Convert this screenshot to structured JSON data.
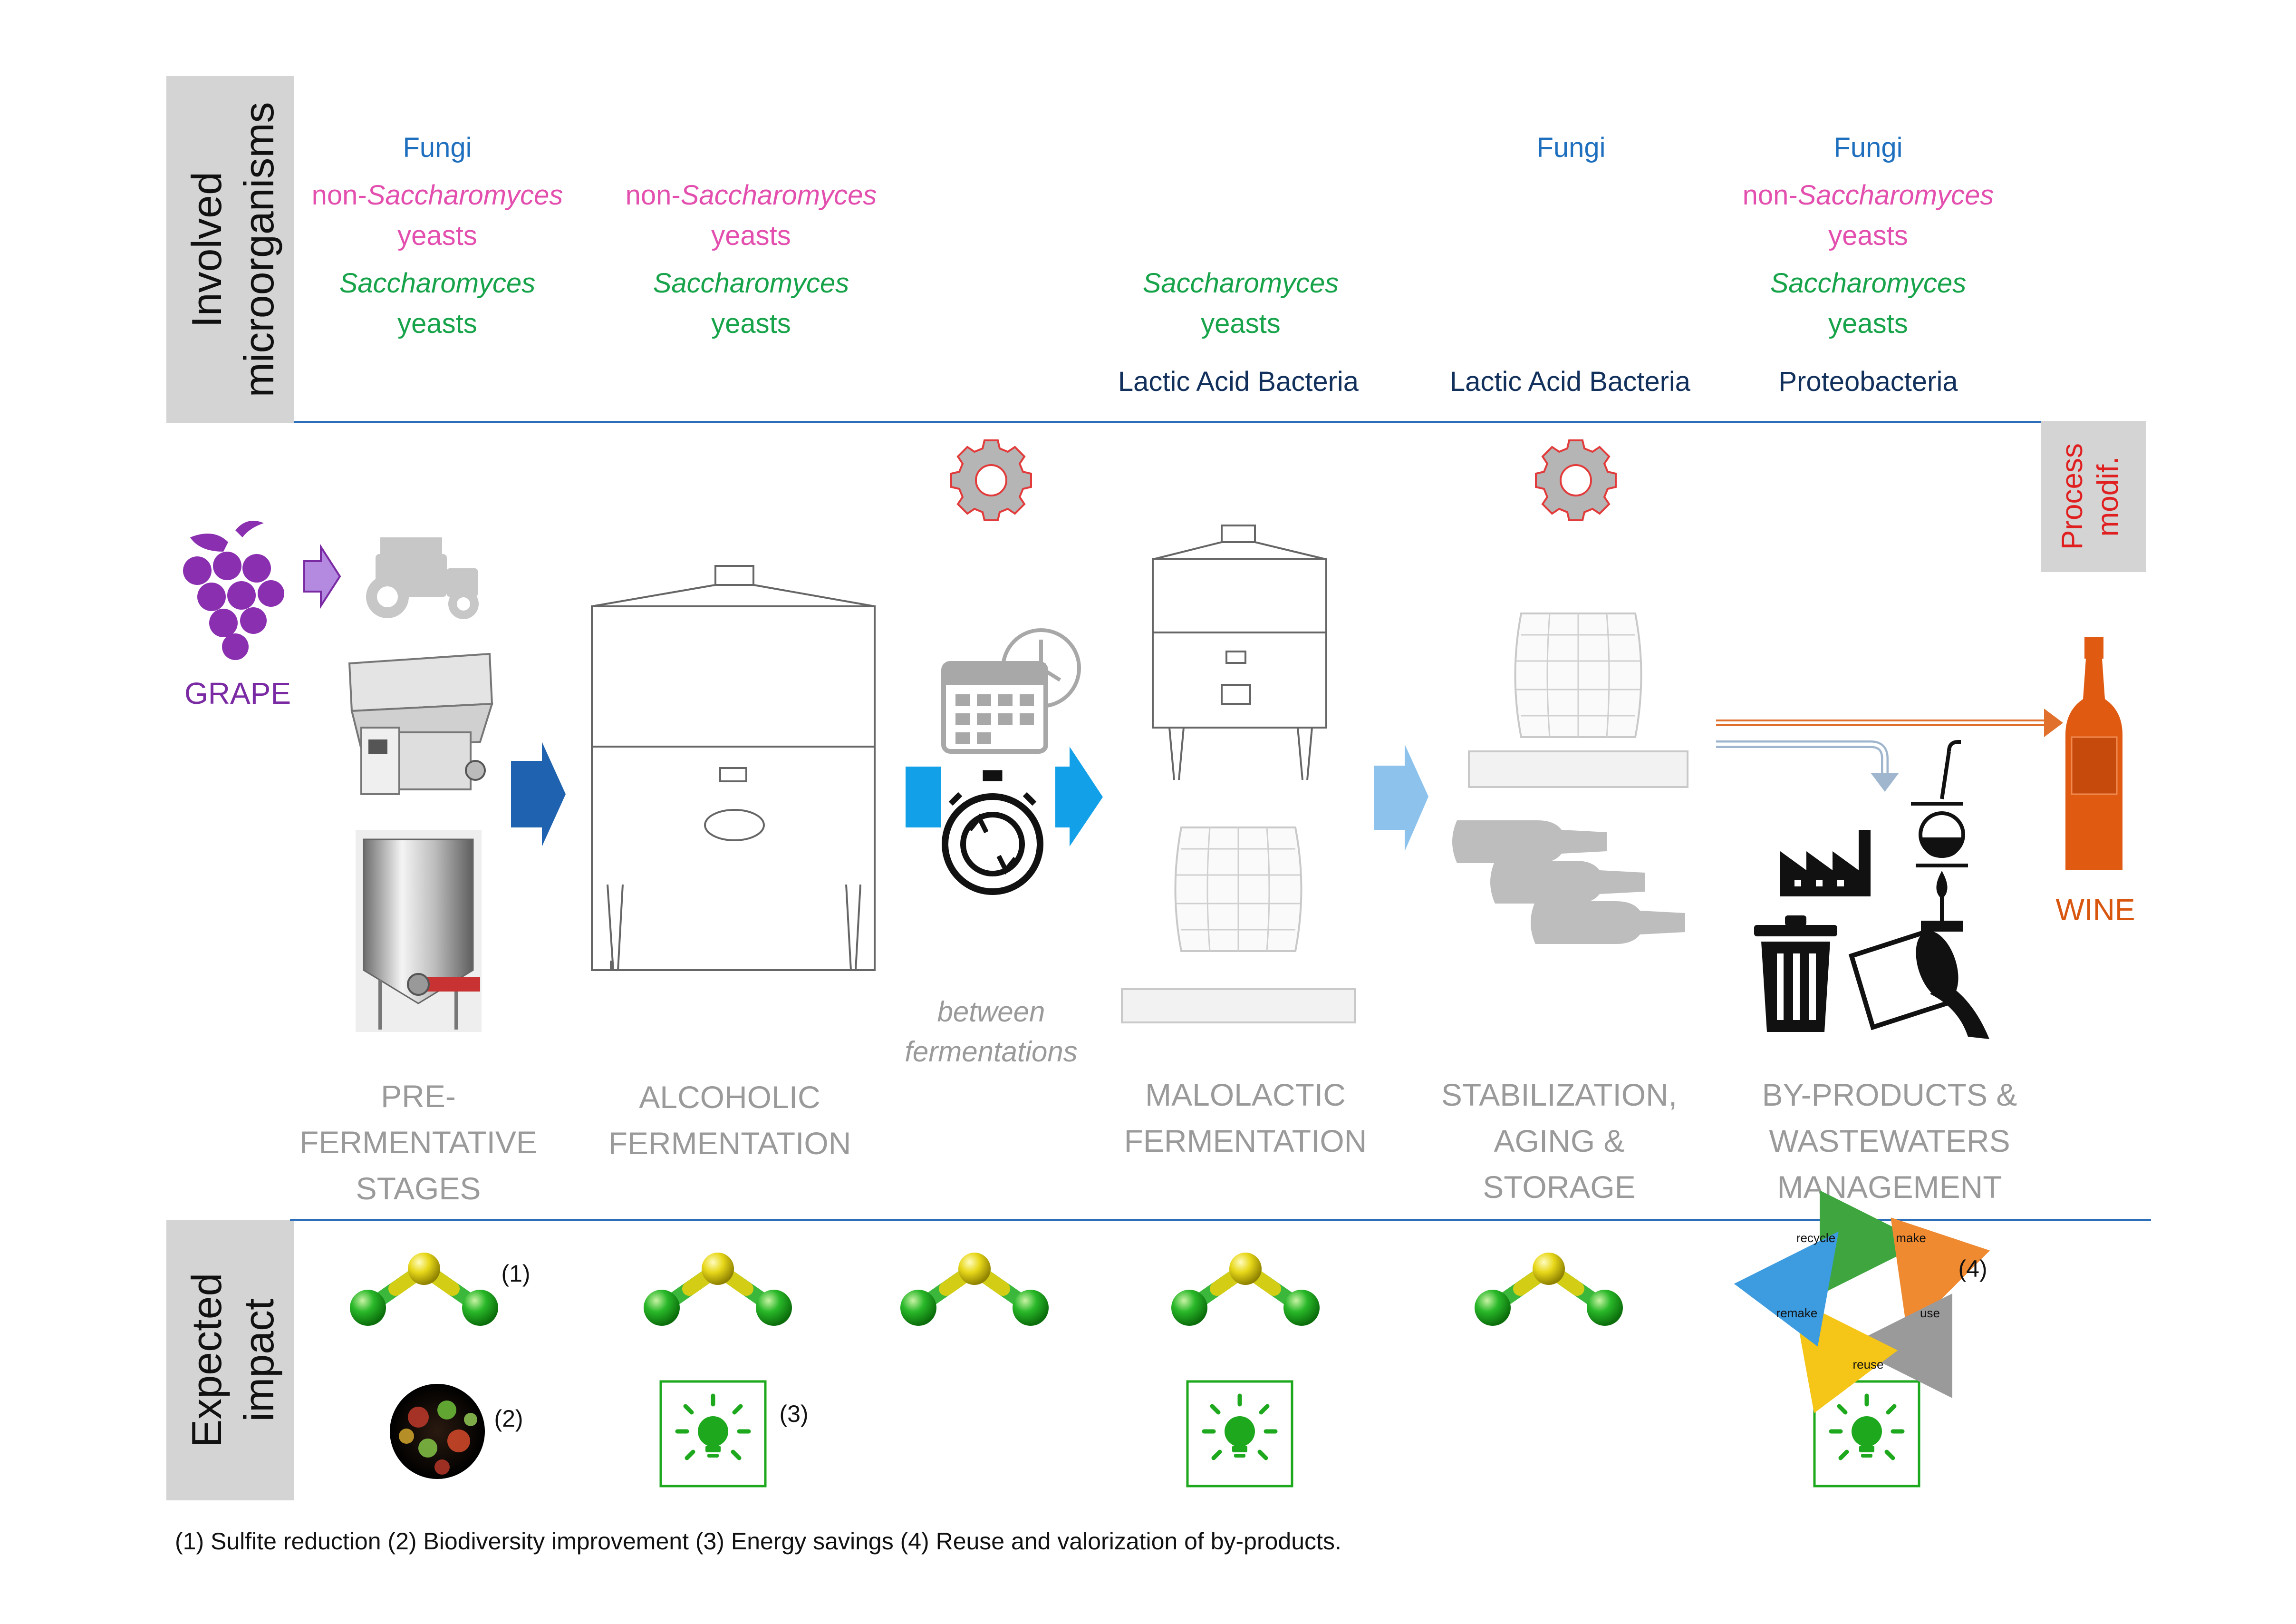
{
  "side_labels": {
    "microorganisms_line1": "Involved",
    "microorganisms_line2": "microorganisms",
    "impact_line1": "Expected",
    "impact_line2": "impact",
    "process_line1": "Process",
    "process_line2": "modif."
  },
  "microorganisms": {
    "fungi": "Fungi",
    "non_prefix": "non-",
    "saccharomyces": "Saccharomyces",
    "yeasts": "yeasts",
    "lab": "Lactic Acid Bacteria",
    "proteobacteria": "Proteobacteria"
  },
  "labels": {
    "grape": "GRAPE",
    "wine": "WINE",
    "between_line1": "between",
    "between_line2": "fermentations"
  },
  "stages": [
    {
      "lines": [
        "PRE-",
        "FERMENTATIVE",
        "STAGES"
      ]
    },
    {
      "lines": [
        "ALCOHOLIC",
        "FERMENTATION"
      ]
    },
    {
      "lines": [
        "MALOLACTIC",
        "FERMENTATION"
      ]
    },
    {
      "lines": [
        "STABILIZATION,",
        "AGING &",
        "STORAGE"
      ]
    },
    {
      "lines": [
        "BY-PRODUCTS &",
        "WASTEWATERS",
        "MANAGEMENT"
      ]
    }
  ],
  "impact_marks": {
    "m1": "(1)",
    "m2": "(2)",
    "m3": "(3)",
    "m4": "(4)"
  },
  "cycle": {
    "recycle": "recycle",
    "make": "make",
    "use": "use",
    "reuse": "reuse",
    "remake": "remake"
  },
  "footnote": "(1) Sulfite reduction (2) Biodiversity improvement (3) Energy savings (4) Reuse and valorization of by-products.",
  "colors": {
    "fungi": "#1f6fbf",
    "non_saccharomyces": "#e34fae",
    "saccharomyces": "#17a34a",
    "bacteria": "#12305c",
    "grape": "#7a2aa3",
    "wine": "#d9560f",
    "stage_text": "#9a9a9a",
    "side_box": "#d4d4d4",
    "process_text": "#e02020",
    "divider": "#2c6fb8",
    "bulb_green": "#1ea81e"
  }
}
